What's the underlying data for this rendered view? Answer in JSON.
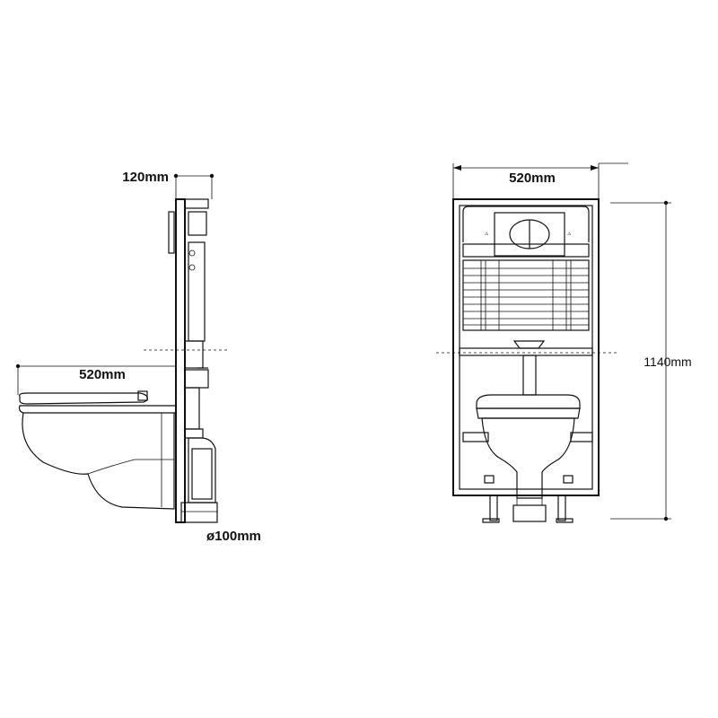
{
  "side_view": {
    "frame_depth_label": "120mm",
    "bowl_length_label": "520mm",
    "pipe_diameter_label": "ø100mm"
  },
  "front_view": {
    "frame_width_label": "520mm",
    "frame_height_label": "1140mm"
  }
}
